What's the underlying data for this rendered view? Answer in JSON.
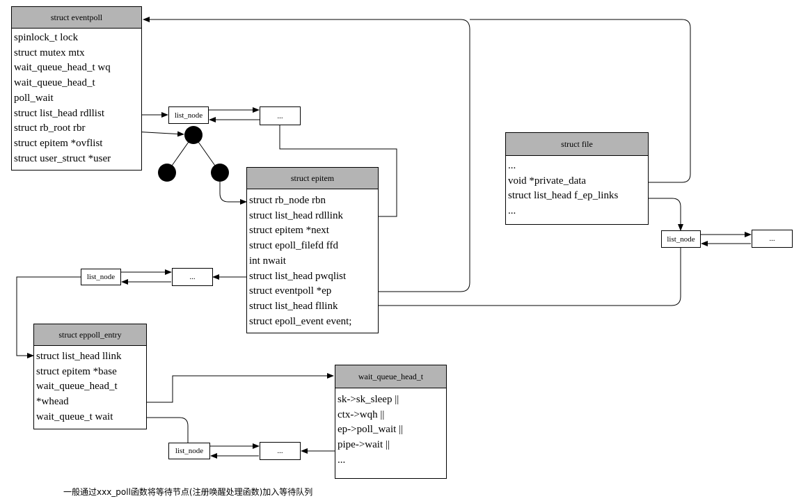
{
  "eventpoll": {
    "title": "struct eventpoll",
    "fields": [
      "spinlock_t lock",
      "struct mutex mtx",
      "wait_queue_head_t wq",
      "wait_queue_head_t",
      "poll_wait",
      "struct list_head rdllist",
      "struct rb_root rbr",
      "struct epitem *ovflist",
      "struct user_struct *user"
    ]
  },
  "epitem": {
    "title": "struct epitem",
    "fields": [
      "struct rb_node rbn",
      "struct list_head rdllink",
      "struct epitem *next",
      "struct epoll_filefd ffd",
      "int nwait",
      "struct list_head pwqlist",
      "struct eventpoll *ep",
      "struct list_head fllink",
      "struct epoll_event event;"
    ]
  },
  "file": {
    "title": "struct file",
    "fields": [
      "...",
      "void *private_data",
      "struct list_head f_ep_links",
      "..."
    ]
  },
  "eppoll_entry": {
    "title": "struct eppoll_entry",
    "fields": [
      "struct list_head llink",
      "struct epitem *base",
      "wait_queue_head_t",
      "*whead",
      "wait_queue_t wait"
    ]
  },
  "wait_queue_head": {
    "title": "wait_queue_head_t",
    "fields": [
      "sk->sk_sleep ||",
      "ctx->wqh ||",
      "ep->poll_wait ||",
      "pipe->wait ||",
      "..."
    ]
  },
  "list_nodes": {
    "rdllist": {
      "node": "list_node",
      "next": "..."
    },
    "pwqlist": {
      "node": "list_node",
      "next": "..."
    },
    "f_ep_links": {
      "node": "list_node",
      "next": "..."
    },
    "wait": {
      "node": "list_node",
      "next": "..."
    }
  },
  "caption": "一般通过xxx_poll函数将等待节点(注册唤醒处理函数)加入等待队列"
}
